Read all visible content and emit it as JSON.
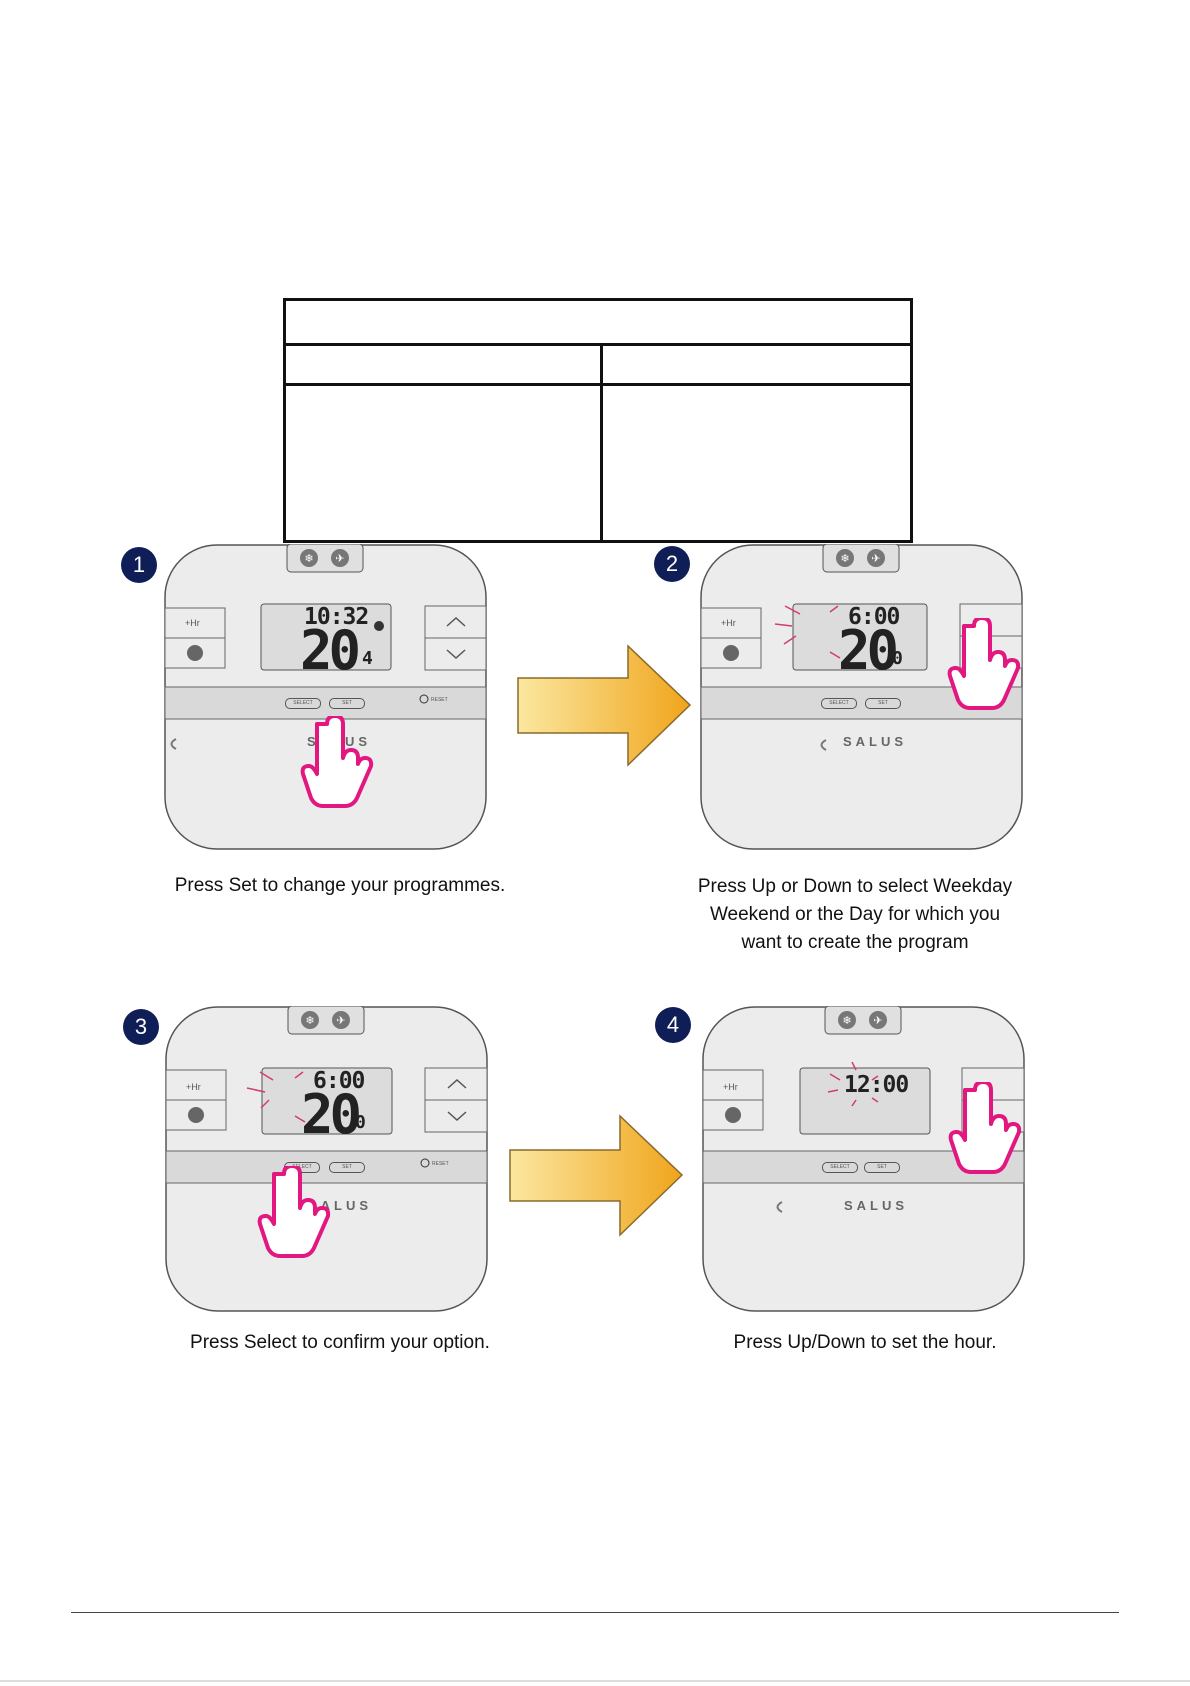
{
  "colors": {
    "badge": "#0f1e57",
    "hand_outline": "#e2177f",
    "arrow_light": "#fbe7a0",
    "arrow_dark": "#f0a51c",
    "device_body": "#ececec",
    "device_strip": "#d9d9d9"
  },
  "steps": [
    {
      "number": "1",
      "caption_lines": [
        "Press Set to change your programmes."
      ],
      "device": {
        "time": "10:32",
        "temp": "20",
        "temp_decimal": "4",
        "plus_hr": "+Hr",
        "select_label": "SELECT",
        "set_label": "SET",
        "reset_label": "RESET",
        "brand": "SALUS",
        "highlight": "set-button"
      }
    },
    {
      "number": "2",
      "caption_lines": [
        "Press Up or Down to select Weekday",
        "Weekend or the Day for which you",
        "want to create the program"
      ],
      "device": {
        "time": "6:00",
        "temp": "20",
        "temp_decimal": "0",
        "plus_hr": "+Hr",
        "select_label": "SELECT",
        "set_label": "SET",
        "brand": "SALUS",
        "highlight": "up-down-buttons"
      }
    },
    {
      "number": "3",
      "caption_lines": [
        "Press Select to confirm your option."
      ],
      "device": {
        "time": "6:00",
        "temp": "20",
        "temp_decimal": "0",
        "plus_hr": "+Hr",
        "select_label": "SELECT",
        "set_label": "SET",
        "reset_label": "RESET",
        "brand": "SALUS",
        "highlight": "select-button"
      }
    },
    {
      "number": "4",
      "caption_lines": [
        "Press Up/Down to set the hour."
      ],
      "device": {
        "time": "12:00",
        "temp": "",
        "temp_decimal": "",
        "plus_hr": "+Hr",
        "select_label": "SELECT",
        "set_label": "SET",
        "brand": "SALUS",
        "highlight": "up-down-buttons"
      }
    }
  ]
}
